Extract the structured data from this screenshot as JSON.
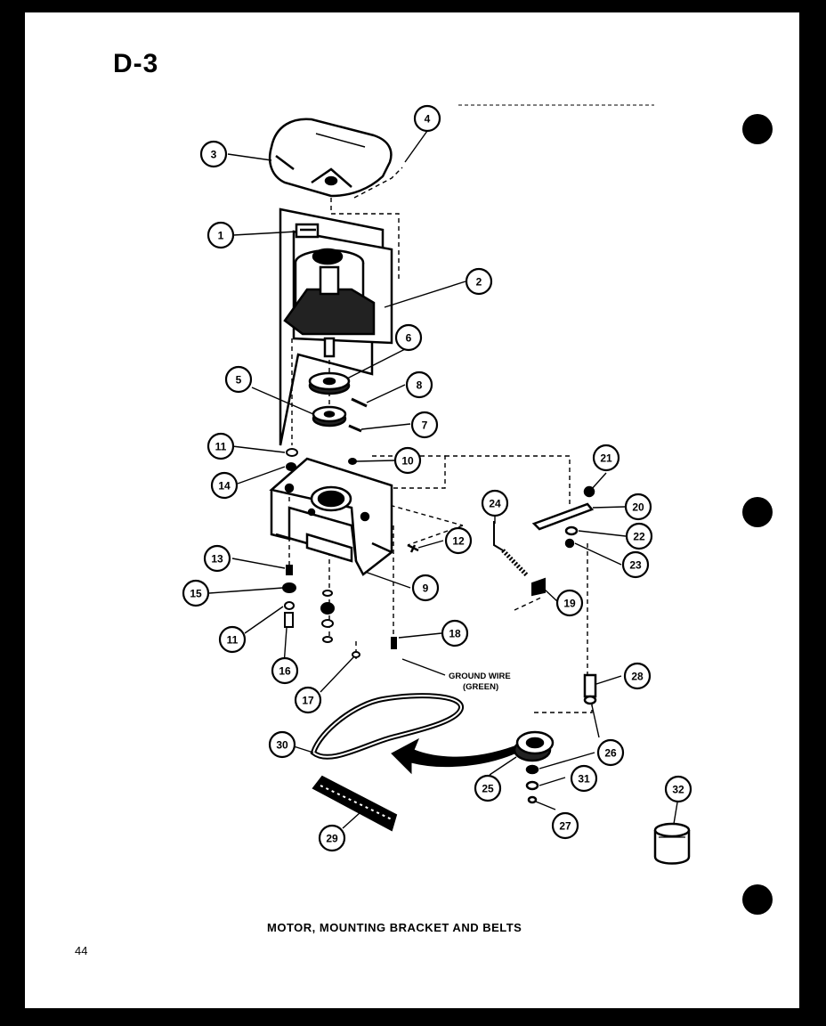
{
  "page_id": "D-3",
  "caption": "MOTOR, MOUNTING BRACKET AND BELTS",
  "page_number": "44",
  "ground_wire": {
    "line1": "GROUND WIRE",
    "line2": "(GREEN)"
  },
  "callouts": [
    {
      "key": "c1",
      "label": "1"
    },
    {
      "key": "c2",
      "label": "2"
    },
    {
      "key": "c3",
      "label": "3"
    },
    {
      "key": "c4",
      "label": "4"
    },
    {
      "key": "c5",
      "label": "5"
    },
    {
      "key": "c6",
      "label": "6"
    },
    {
      "key": "c7",
      "label": "7"
    },
    {
      "key": "c8",
      "label": "8"
    },
    {
      "key": "c9",
      "label": "9"
    },
    {
      "key": "c10",
      "label": "10"
    },
    {
      "key": "c11a",
      "label": "11"
    },
    {
      "key": "c11b",
      "label": "11"
    },
    {
      "key": "c12",
      "label": "12"
    },
    {
      "key": "c13",
      "label": "13"
    },
    {
      "key": "c14",
      "label": "14"
    },
    {
      "key": "c15",
      "label": "15"
    },
    {
      "key": "c16",
      "label": "16"
    },
    {
      "key": "c17",
      "label": "17"
    },
    {
      "key": "c18",
      "label": "18"
    },
    {
      "key": "c19",
      "label": "19"
    },
    {
      "key": "c20",
      "label": "20"
    },
    {
      "key": "c21",
      "label": "21"
    },
    {
      "key": "c22",
      "label": "22"
    },
    {
      "key": "c23",
      "label": "23"
    },
    {
      "key": "c24",
      "label": "24"
    },
    {
      "key": "c25",
      "label": "25"
    },
    {
      "key": "c26",
      "label": "26"
    },
    {
      "key": "c27",
      "label": "27"
    },
    {
      "key": "c28",
      "label": "28"
    },
    {
      "key": "c29",
      "label": "29"
    },
    {
      "key": "c30",
      "label": "30"
    },
    {
      "key": "c31",
      "label": "31"
    },
    {
      "key": "c32",
      "label": "32"
    }
  ]
}
